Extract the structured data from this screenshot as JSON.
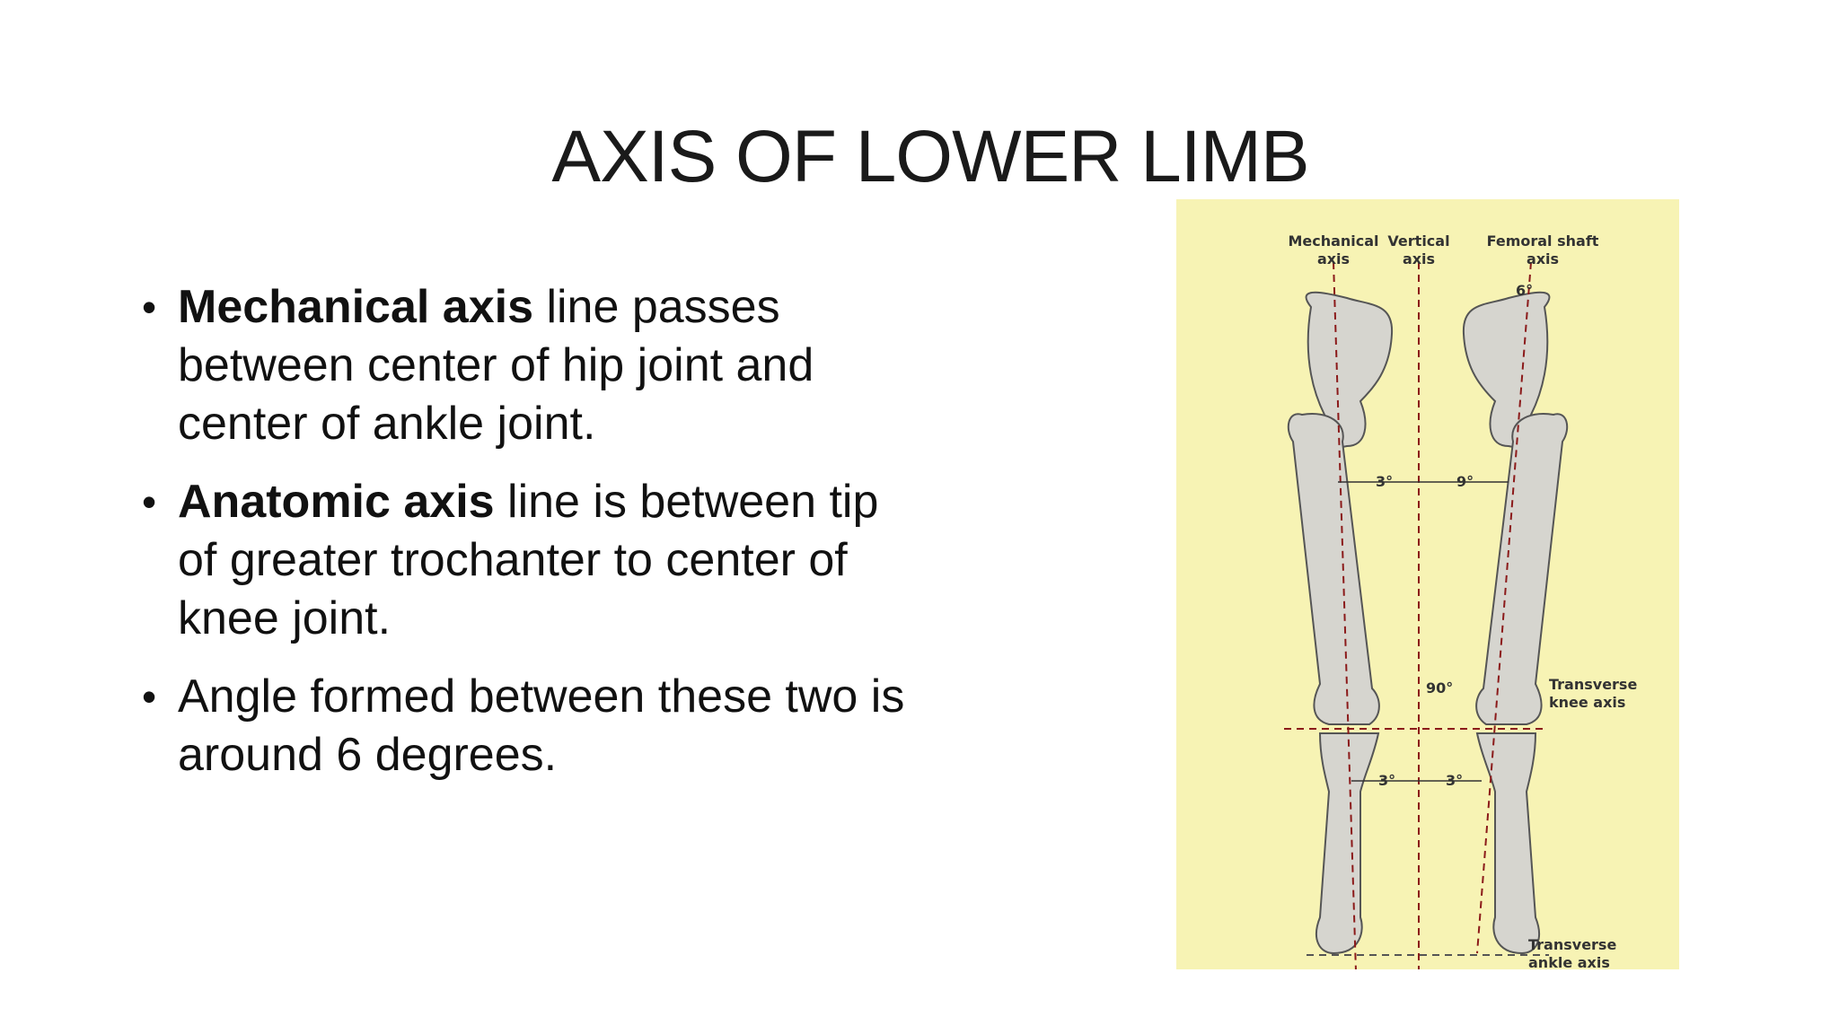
{
  "slide": {
    "title": "AXIS OF LOWER LIMB",
    "bullets": [
      {
        "bold": "Mechanical axis",
        "text": " line passes between center of hip joint and center of ankle joint.",
        "lead": " "
      },
      {
        "bold": "Anatomic axis",
        "text": " line is between tip of greater trochanter to center of knee joint.",
        "lead": "  "
      },
      {
        "bold": "",
        "text": "Angle formed between these two is around 6 degrees.",
        "lead": " "
      }
    ]
  },
  "figure": {
    "background": "#f7f3b4",
    "labels": {
      "mech1": "Mechanical",
      "mech2": "axis",
      "vert1": "Vertical",
      "vert2": "axis",
      "fem1": "Femoral shaft",
      "fem2": "axis",
      "knee1": "Transverse",
      "knee2": "knee axis",
      "ankle1": "Transverse",
      "ankle2": "ankle axis",
      "a6": "6°",
      "a3top": "3°",
      "a9": "9°",
      "a90": "90°",
      "a3l": "3°",
      "a3r": "3°"
    }
  }
}
